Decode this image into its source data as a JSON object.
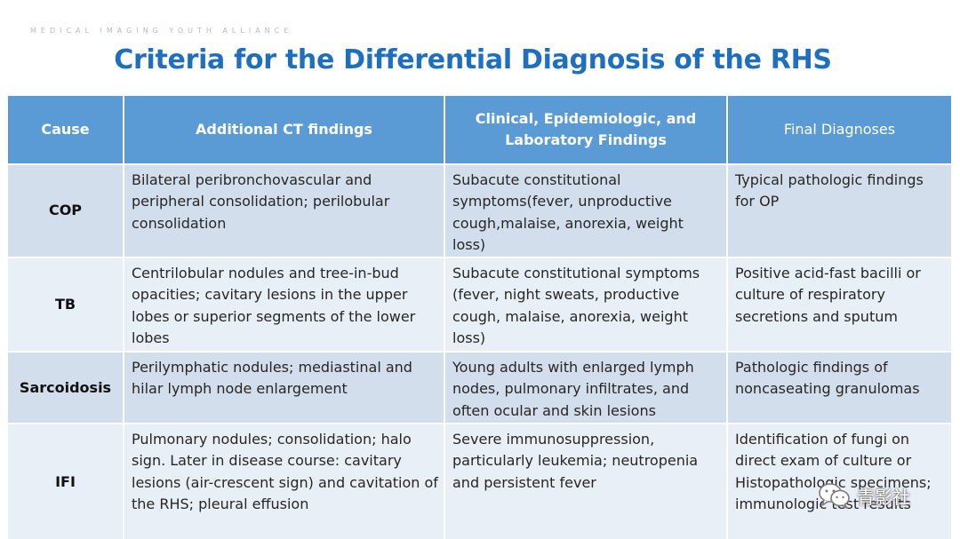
{
  "header": {
    "org": "MEDICAL IMAGING YOUTH ALLIANCE",
    "title": "Criteria for the Differential Diagnosis of the RHS"
  },
  "table": {
    "headers": [
      "Cause",
      "Additional CT findings",
      "Clinical, Epidemiologic, and Laboratory Findings",
      "Final Diagnoses"
    ],
    "rows": [
      {
        "cause": "COP",
        "ct": "Bilateral peribronchovascular and peripheral consolidation; perilobular consolidation",
        "clinical": "Subacute constitutional symptoms(fever, unproductive cough,malaise, anorexia, weight loss)",
        "diagnosis": "Typical pathologic findings for OP"
      },
      {
        "cause": "TB",
        "ct": "Centrilobular nodules and tree-in-bud opacities; cavitary lesions in the upper lobes or superior segments of the lower lobes",
        "clinical": "Subacute constitutional symptoms (fever, night sweats, productive cough, malaise, anorexia, weight loss)",
        "diagnosis": "Positive acid-fast bacilli or culture of respiratory secretions and sputum"
      },
      {
        "cause": "Sarcoidosis",
        "ct": "Perilymphatic nodules; mediastinal and hilar lymph node enlargement",
        "clinical": "Young adults with enlarged lymph nodes, pulmonary infiltrates, and often ocular and skin lesions",
        "diagnosis": "Pathologic findings of noncaseating granulomas"
      },
      {
        "cause": "IFI",
        "ct": "Pulmonary nodules; consolidation; halo sign. Later in disease course: cavitary lesions (air-crescent sign) and cavitation of the RHS; pleural effusion",
        "clinical": "Severe immunosuppression, particularly leukemia; neutropenia and persistent fever",
        "diagnosis": "Identification of fungi on direct exam of culture or Histopathologic specimens; immunologic test results"
      }
    ]
  },
  "watermark": {
    "text": "青影社",
    "icon": "wechat-icon"
  }
}
